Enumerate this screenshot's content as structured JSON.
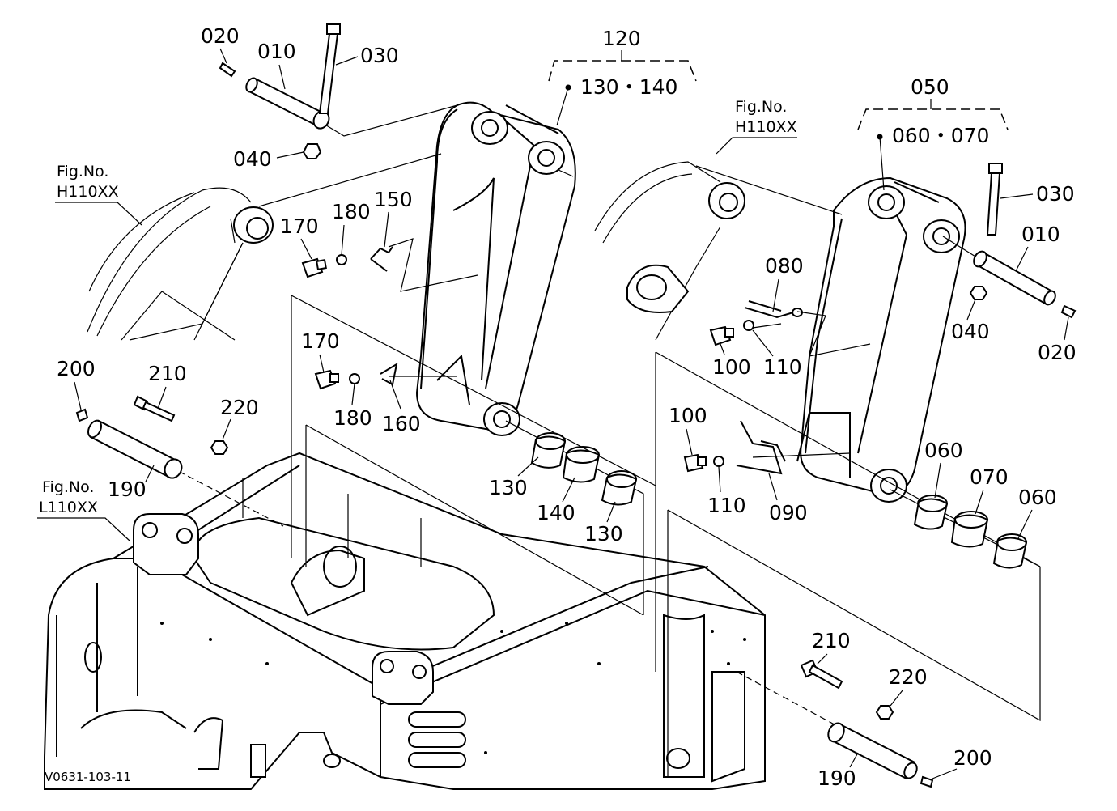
{
  "labels": {
    "l020a": "020",
    "l010a": "010",
    "l030a": "030",
    "l040a": "040",
    "l120": "120",
    "l130_140": "130・140",
    "l170a": "170",
    "l180a": "180",
    "l150": "150",
    "l170b": "170",
    "l180b": "180",
    "l160": "160",
    "l200a": "200",
    "l210a": "210",
    "l220a": "220",
    "l190a": "190",
    "l130a": "130",
    "l140": "140",
    "l130b": "130",
    "l050": "050",
    "l060_070": "060・070",
    "l030b": "030",
    "l010b": "010",
    "l040b": "040",
    "l020b": "020",
    "l080": "080",
    "l100a": "100",
    "l110a": "110",
    "l100b": "100",
    "l110b": "110",
    "l090": "090",
    "l060a": "060",
    "l070": "070",
    "l060b": "060",
    "l210b": "210",
    "l220b": "220",
    "l190b": "190",
    "l200b": "200"
  },
  "fig_refs": {
    "left_upper": {
      "line1": "Fig.No.",
      "line2": "H110XX"
    },
    "right_upper": {
      "line1": "Fig.No.",
      "line2": "H110XX"
    },
    "left_lower": {
      "line1": "Fig.No.",
      "line2": "L110XX"
    }
  },
  "drawing_code": "V0631-103-11"
}
